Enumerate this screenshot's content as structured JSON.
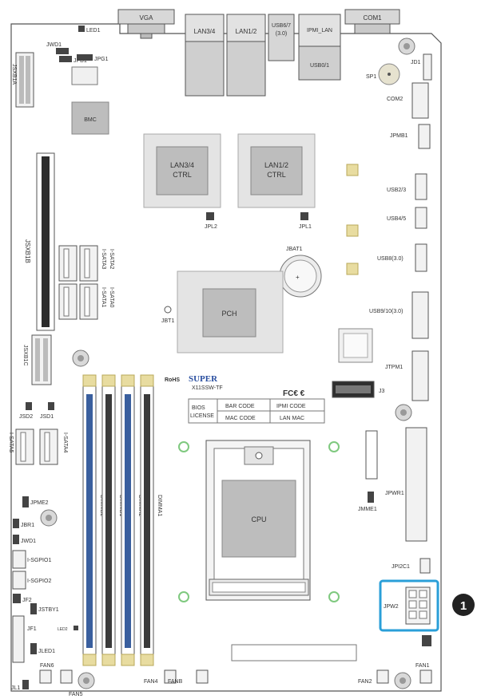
{
  "connectors_top": {
    "vga": "VGA",
    "lan34": "LAN3/4",
    "lan12": "LAN1/2",
    "usb67": "USB6/7",
    "usb67_sub": "(3.0)",
    "ipmi_lan": "IPMI_LAN",
    "usb01": "USB0/1",
    "com1": "COM1"
  },
  "labels": {
    "led1": "LED1",
    "jsxb1a": "JSXB1A",
    "jsxb1b": "JSXB1B",
    "jsxb1c": "JSXB1C",
    "jwd1": "JWD1",
    "jpb1": "JPB1",
    "jpg1": "JPG1",
    "bmc": "BMC",
    "sp1": "SP1",
    "jd1": "JD1",
    "com2": "COM2",
    "jpmb1": "JPMB1",
    "lan34_ctrl_a": "LAN3/4",
    "lan34_ctrl_b": "CTRL",
    "lan12_ctrl_a": "LAN1/2",
    "lan12_ctrl_b": "CTRL",
    "jpl2": "JPL2",
    "jpl1": "JPL1",
    "usb23": "USB2/3",
    "usb45": "USB4/5",
    "usb8": "USB8(3.0)",
    "usb910": "USB9/10(3.0)",
    "jbat1": "JBAT1",
    "isata0": "I-SATA0",
    "isata1": "I-SATA1",
    "isata2": "I-SATA2",
    "isata3": "I-SATA3",
    "pch": "PCH",
    "jbt1": "JBT1",
    "jtpm1": "JTPM1",
    "j3": "J3",
    "rohs": "RoHS",
    "brand": "SUPER",
    "model": "X11SSW-TF",
    "fcc": "FC€ €",
    "bios_license_a": "BIOS",
    "bios_license_b": "LICENSE",
    "bar_code": "BAR CODE",
    "ipmi_code": "IPMI CODE",
    "mac_code": "MAC CODE",
    "lan_mac": "LAN MAC",
    "jsd2": "JSD2",
    "jsd1": "JSD1",
    "isata5": "I-SATA5",
    "isata4": "I-SATA4",
    "dimmb2": "DIMMB2",
    "dimmb1": "DIMMB1",
    "dimma2": "DIMMA2",
    "dimma1": "DIMMA1",
    "jpwr1": "JPWR1",
    "jpme2": "JPME2",
    "jbr1": "JBR1",
    "jwd": "JWD1",
    "sgpio1": "I-SGPIO1",
    "sgpio2": "I-SGPIO2",
    "jf2": "JF2",
    "jstby1": "JSTBY1",
    "jf1": "JF1",
    "jled1": "JLED1",
    "led2": "LED2",
    "fan6": "FAN6",
    "jl1": "JL1",
    "fan5": "FAN5",
    "fan4": "FAN4",
    "fanb": "FANB",
    "cpu": "CPU",
    "jmme1": "JMME1",
    "jpi2c1": "JPI2C1",
    "jpw2": "JPW2",
    "fan1": "FAN1",
    "fan2": "FAN2",
    "callout": "1"
  },
  "colors": {
    "highlight": "#2a9fd8",
    "dimm_blue": "#3a5f9e",
    "dimm_black": "#3a3a3a",
    "chip_gray": "#bdbdbd",
    "via_green": "#7fc97f",
    "cap_yellow": "#e8dca0"
  }
}
